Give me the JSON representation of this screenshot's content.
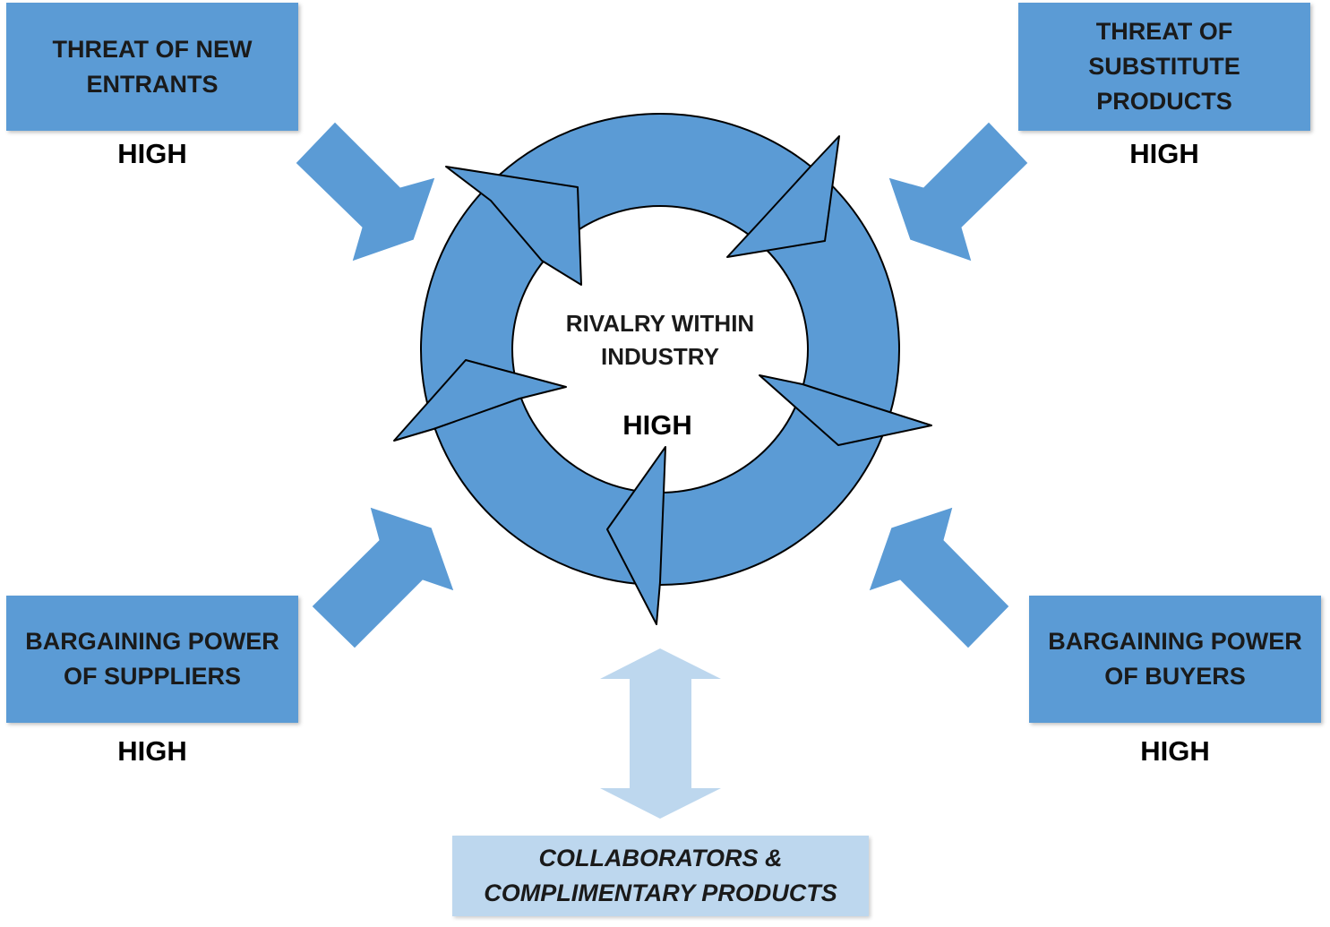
{
  "forces": {
    "new_entrants": {
      "label": "THREAT OF NEW\nENTRANTS",
      "level": "HIGH"
    },
    "substitutes": {
      "label": "THREAT OF\nSUBSTITUTE\nPRODUCTS",
      "level": "HIGH"
    },
    "suppliers": {
      "label": "BARGAINING POWER\nOF SUPPLIERS",
      "level": "HIGH"
    },
    "buyers": {
      "label": "BARGAINING POWER\nOF BUYERS",
      "level": "HIGH"
    }
  },
  "center": {
    "label": "RIVALRY WITHIN\nINDUSTRY",
    "level": "HIGH"
  },
  "collaborators": {
    "label": "COLLABORATORS &\nCOMPLIMENTARY PRODUCTS"
  },
  "colors": {
    "force_fill": "#5b9bd5",
    "collab_fill": "#bdd7ee",
    "text": "#1a1a1a"
  }
}
